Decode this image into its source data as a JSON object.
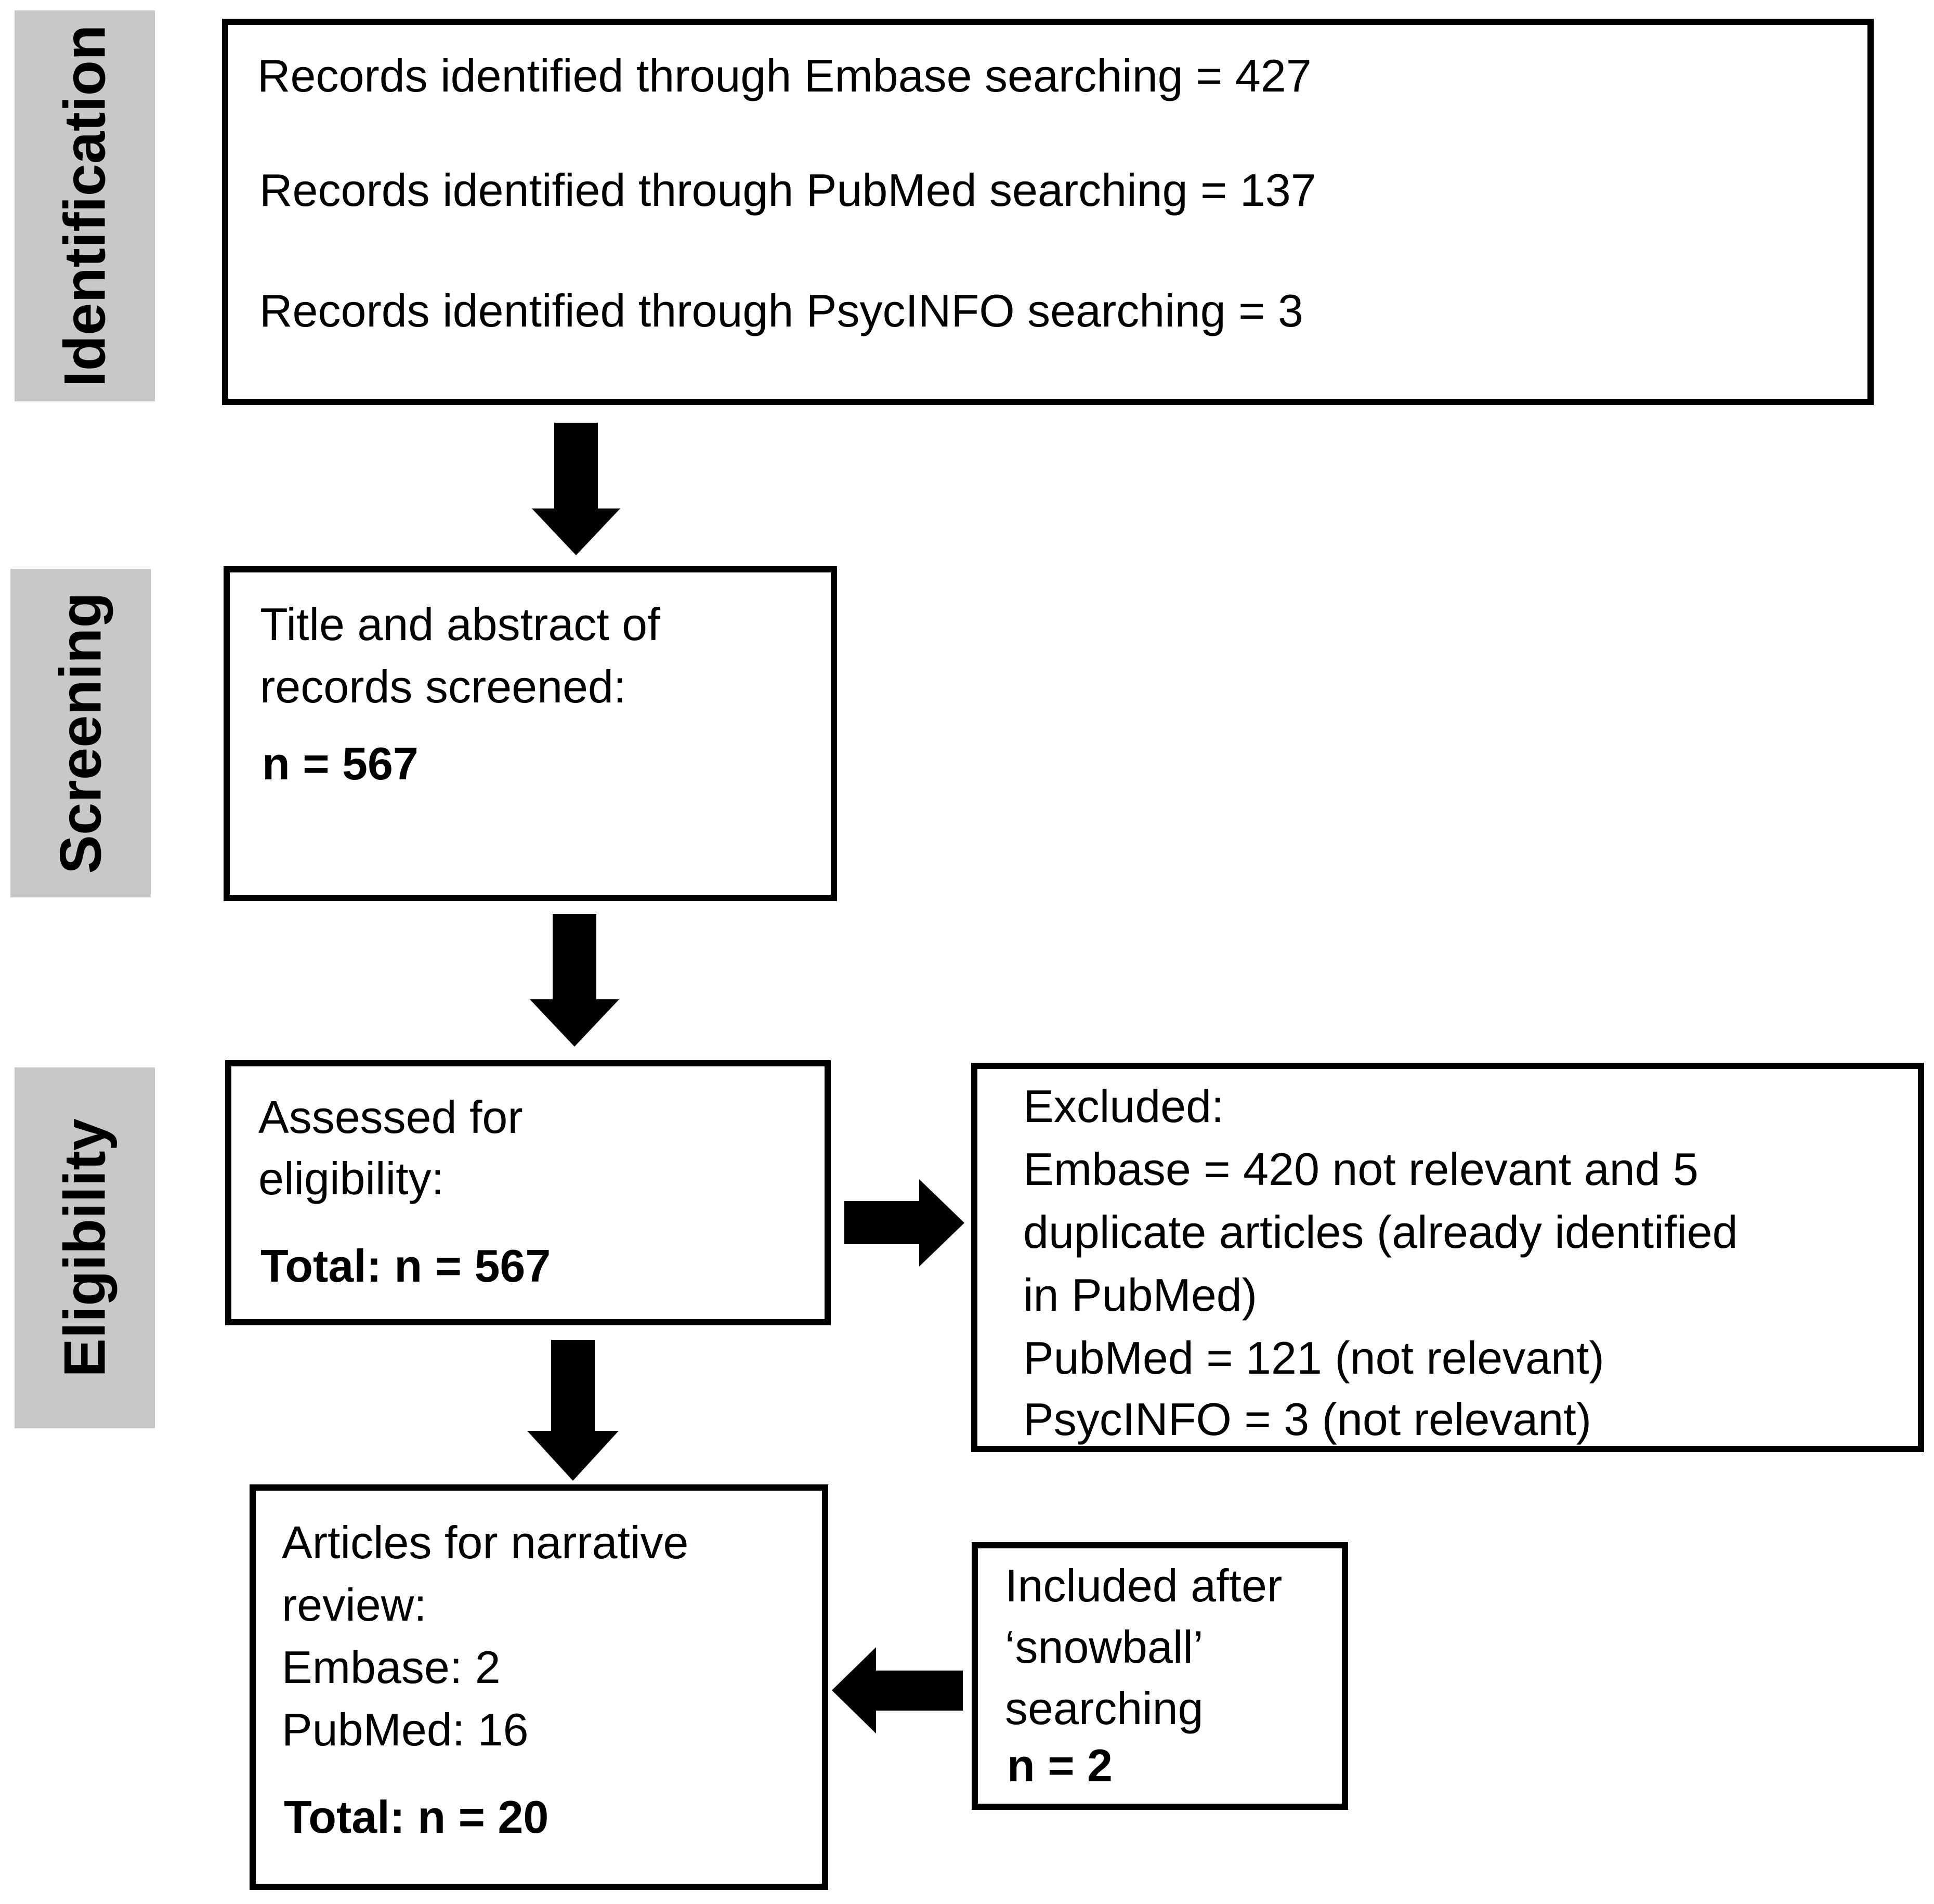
{
  "stages": {
    "identification": "Identification",
    "screening": "Screening",
    "eligibility": "Eligibility"
  },
  "identification_box": {
    "line1": "Records identified through Embase searching = 427",
    "line2": "Records identified through PubMed searching = 137",
    "line3": "Records identified through PsycINFO searching = 3"
  },
  "screening_box": {
    "line1": "Title and abstract of",
    "line2": "records screened:",
    "count": "n = 567"
  },
  "eligibility_box": {
    "line1": "Assessed for",
    "line2": "eligibility:",
    "total": "Total:  n = 567"
  },
  "excluded_box": {
    "line1": "Excluded:",
    "line2": "Embase = 420 not relevant and 5",
    "line3": "duplicate articles (already identified",
    "line4": "in PubMed)",
    "line5": "PubMed = 121 (not relevant)",
    "line6": "PsycINFO = 3 (not relevant)"
  },
  "included_box": {
    "line1": "Articles for narrative",
    "line2": "review:",
    "line3": "Embase: 2",
    "line4": "PubMed: 16",
    "total": "Total:  n = 20"
  },
  "snowball_box": {
    "line1": "Included after",
    "line2": "‘snowball’",
    "line3": "searching",
    "count": "n = 2"
  },
  "colors": {
    "stage_band": "#c8c8c8",
    "border": "#000000",
    "arrow": "#000000"
  }
}
